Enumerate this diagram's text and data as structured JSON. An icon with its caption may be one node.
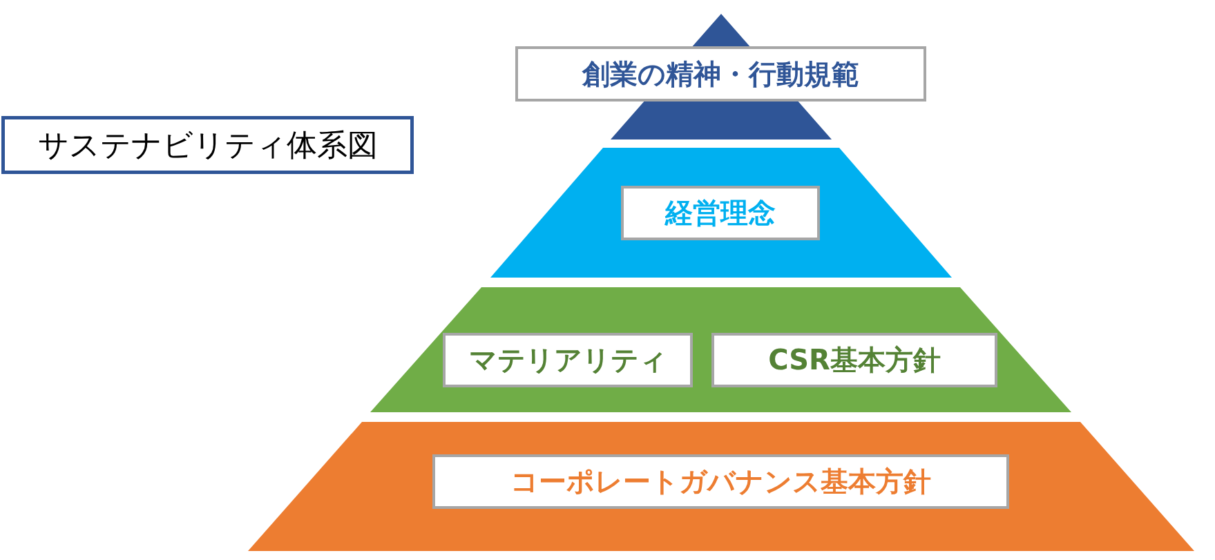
{
  "diagram": {
    "title": "サステナビリティ体系図",
    "nodes": [
      {
        "text": [],
        "shape": "triangle"
      },
      {
        "text": [
          "創業の精神・行動規範"
        ]
      },
      {
        "text": [],
        "shape": "trapezoid"
      },
      {
        "text": [
          "経営理念"
        ],
        "in": 2
      },
      {
        "text": [],
        "shape": "trapezoid"
      },
      {
        "text": [
          "マテリアリティ"
        ],
        "in": 4
      },
      {
        "text": [
          "CSR基本方針"
        ],
        "in": 4
      },
      {
        "text": [],
        "shape": "trapezoid"
      },
      {
        "text": [
          "コーポレートガバナンス基本方針"
        ],
        "in": 7
      }
    ],
    "edges": []
  }
}
